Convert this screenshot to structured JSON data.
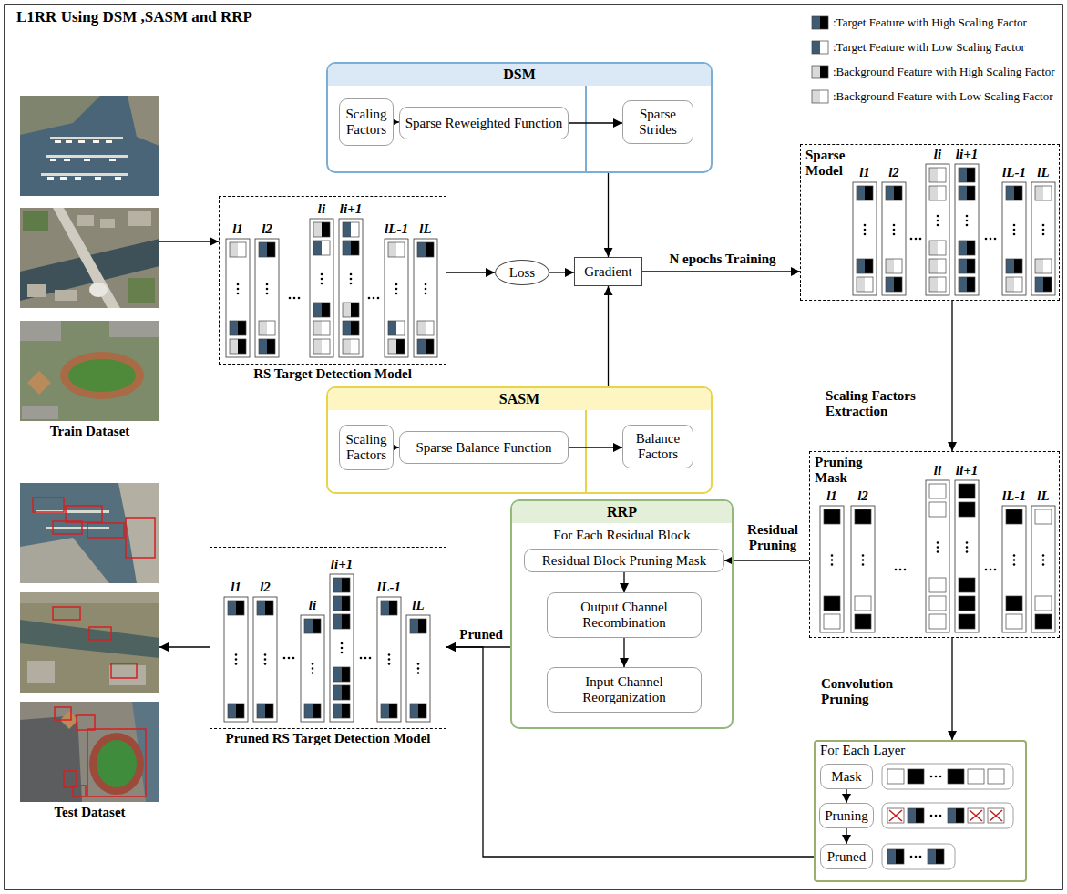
{
  "diagram": {
    "title": "L1RR Using DSM ,SASM and RRP",
    "nodes": [
      {
        "text": [
          "Train Dataset"
        ]
      },
      {
        "text": [
          "DSM"
        ]
      },
      {
        "text": [
          "Scaling Factors"
        ],
        "in": 1
      },
      {
        "text": [
          "Sparse Reweighted Function"
        ],
        "in": 1
      },
      {
        "text": [
          "Sparse Strides"
        ],
        "in": 1
      },
      {
        "text": [
          "RS Target Detection Model"
        ]
      },
      {
        "text": [
          "Loss"
        ]
      },
      {
        "text": [
          "Gradient"
        ]
      },
      {
        "text": [
          "Sparse Model"
        ]
      },
      {
        "text": [
          "SASM"
        ]
      },
      {
        "text": [
          "Scaling Factors"
        ],
        "in": 9
      },
      {
        "text": [
          "Sparse Balance Function"
        ],
        "in": 9
      },
      {
        "text": [
          "Balance Factors"
        ],
        "in": 9
      },
      {
        "text": [
          "Pruning Mask"
        ]
      },
      {
        "text": [
          "RRP",
          "For Each Residual Block"
        ]
      },
      {
        "text": [
          "Residual Block Pruning Mask"
        ],
        "in": 14
      },
      {
        "text": [
          "Output Channel Recombination"
        ],
        "in": 14
      },
      {
        "text": [
          "Input Channel Reorganization"
        ],
        "in": 14
      },
      {
        "text": [
          "Pruned RS Target Detection Model"
        ]
      },
      {
        "text": [
          "For Each Layer"
        ]
      },
      {
        "text": [
          "Mask"
        ],
        "in": 19
      },
      {
        "text": [
          "Pruning"
        ],
        "in": 19
      },
      {
        "text": [
          "Pruned"
        ],
        "in": 19
      },
      {
        "text": [
          "Test Dataset"
        ]
      }
    ],
    "edges": [
      {
        "from": 0,
        "to": 5,
        "arrow": "to"
      },
      {
        "from": 2,
        "to": 3,
        "arrow": "to"
      },
      {
        "from": 3,
        "to": 4,
        "arrow": "to"
      },
      {
        "from": 5,
        "to": 6,
        "arrow": "to"
      },
      {
        "from": 6,
        "to": 7,
        "arrow": "to"
      },
      {
        "from": 1,
        "to": 7,
        "arrow": "to"
      },
      {
        "from": 9,
        "to": 7,
        "arrow": "to"
      },
      {
        "from": 10,
        "to": 11,
        "arrow": "to"
      },
      {
        "from": 11,
        "to": 12,
        "arrow": "to"
      },
      {
        "from": 7,
        "to": 8,
        "label": "N epochs Training",
        "arrow": "to"
      },
      {
        "from": 8,
        "to": 13,
        "label": "Scaling Factors Extraction",
        "arrow": "to"
      },
      {
        "from": 13,
        "to": 15,
        "label": "Residual Pruning",
        "arrow": "to"
      },
      {
        "from": 15,
        "to": 16,
        "arrow": "to"
      },
      {
        "from": 16,
        "to": 17,
        "arrow": "to"
      },
      {
        "from": 14,
        "to": 18,
        "label": "Pruned",
        "arrow": "to"
      },
      {
        "from": 13,
        "to": 19,
        "label": "Convolution Pruning",
        "arrow": "to"
      },
      {
        "from": 20,
        "to": 21,
        "arrow": "to"
      },
      {
        "from": 21,
        "to": 22,
        "arrow": "to"
      },
      {
        "from": 19,
        "to": 18,
        "arrow": "to"
      },
      {
        "from": 18,
        "to": 23,
        "arrow": "to"
      }
    ],
    "labels": [
      "l1",
      "l2",
      "li",
      "li+1",
      "lL-1",
      "lL",
      "l1",
      "l2",
      "li",
      "li+1",
      "lL-1",
      "lL",
      "l1",
      "l2",
      "li",
      "li+1",
      "lL-1",
      "lL",
      "l1",
      "l2",
      "li",
      "li+1",
      "lL-1",
      "lL"
    ],
    "legend": [
      {
        "text": ":Target Feature with High Scaling Factor"
      },
      {
        "text": ":Target Feature with Low Scaling Factor"
      },
      {
        "text": ":Background Feature with High Scaling Factor"
      },
      {
        "text": ":Background Feature with Low Scaling Factor"
      }
    ]
  }
}
